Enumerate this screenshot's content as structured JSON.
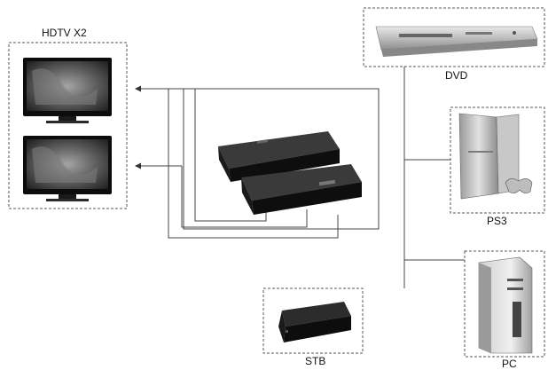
{
  "labels": {
    "hdtv": "HDTV X2",
    "dvd": "DVD",
    "ps3": "PS3",
    "stb": "STB",
    "pc": "PC"
  },
  "colors": {
    "frame": "#555555",
    "line": "#444444",
    "device_dark": "#111111"
  }
}
